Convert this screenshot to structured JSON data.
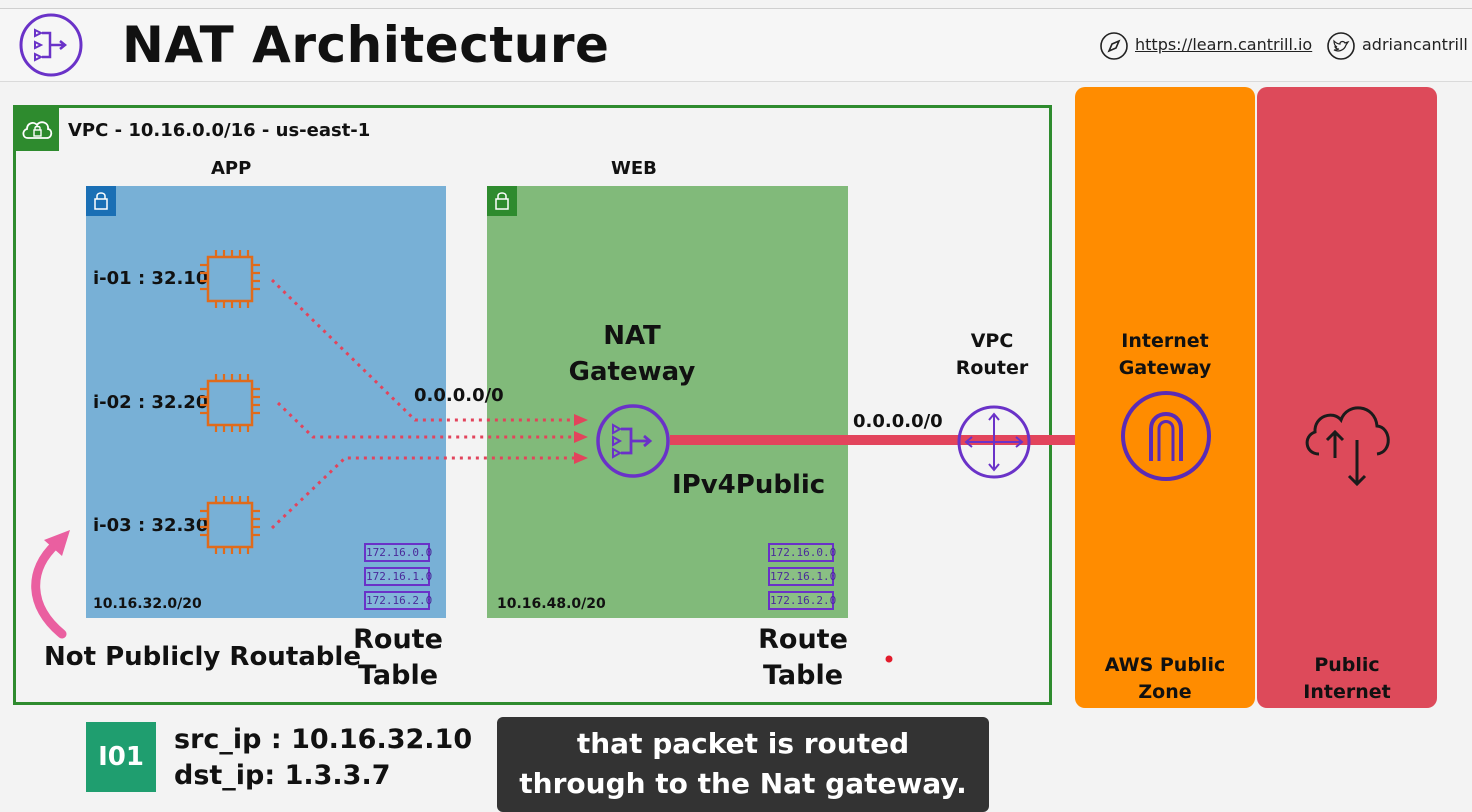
{
  "header": {
    "title": "NAT Architecture",
    "website": "https://learn.cantrill.io",
    "twitter": "adriancantrill"
  },
  "vpc": {
    "label": "VPC - 10.16.0.0/16 - us-east-1"
  },
  "subnets": {
    "app": {
      "label": "APP",
      "cidr": "10.16.32.0/20",
      "instances": [
        "i-01 : 32.10",
        "i-02 : 32.20",
        "i-03 : 32.30"
      ],
      "route_entries": [
        "172.16.0.0",
        "172.16.1.0",
        "172.16.2.0"
      ],
      "route_table_line1": "Route",
      "route_table_line2": "Table"
    },
    "web": {
      "label": "WEB",
      "cidr": "10.16.48.0/20",
      "route_entries": [
        "172.16.0.0",
        "172.16.1.0",
        "172.16.2.0"
      ],
      "route_table_line1": "Route",
      "route_table_line2": "Table"
    }
  },
  "nat": {
    "line1": "NAT",
    "line2": "Gateway",
    "ip_label": "IPv4Public",
    "route_label": "0.0.0.0/0"
  },
  "router": {
    "line1": "VPC",
    "line2": "Router",
    "route_label": "0.0.0.0/0"
  },
  "igw": {
    "line1": "Internet",
    "line2": "Gateway",
    "zone_line1": "AWS Public",
    "zone_line2": "Zone",
    "color": "#ff8c00"
  },
  "public_internet": {
    "line1": "Public",
    "line2": "Internet",
    "color": "#dd4a5a"
  },
  "not_routable": "Not Publicly Routable",
  "packet": {
    "badge": "I01",
    "src": "src_ip : 10.16.32.10",
    "dst": "dst_ip: 1.3.3.7"
  },
  "caption": {
    "line1": "that packet is routed",
    "line2": "through to the Nat gateway."
  }
}
